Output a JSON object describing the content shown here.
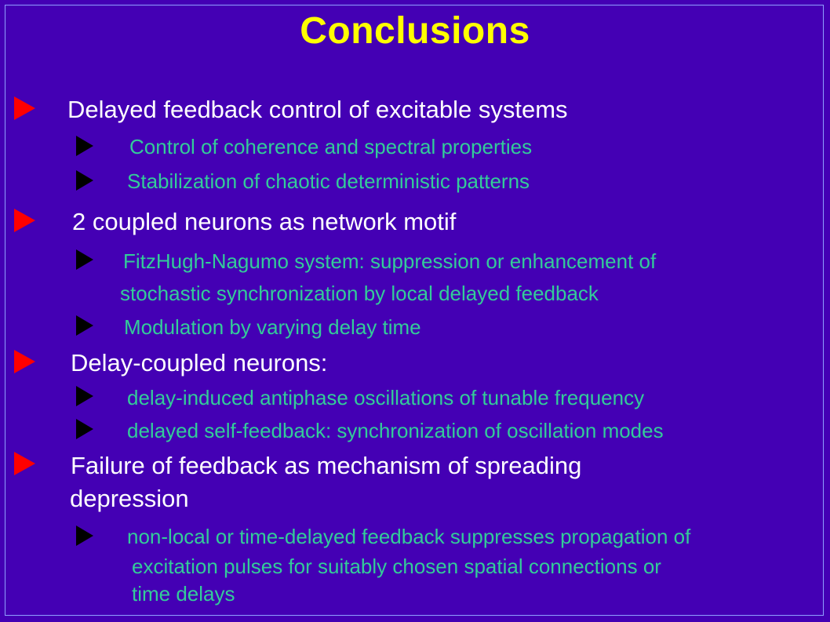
{
  "slide": {
    "title": "Conclusions",
    "sections": [
      {
        "heading": "Delayed feedback control of excitable systems",
        "subs": [
          "Control of coherence and spectral properties",
          "Stabilization of chaotic deterministic patterns"
        ]
      },
      {
        "heading": "2 coupled neurons as network motif",
        "subs": [
          [
            "FitzHugh-Nagumo system: suppression or enhancement of",
            "stochastic synchronization by local delayed feedback"
          ],
          "Modulation by varying delay time"
        ]
      },
      {
        "heading": "Delay-coupled neurons:",
        "subs": [
          "delay-induced antiphase oscillations of tunable frequency",
          "delayed self-feedback: synchronization of oscillation modes"
        ]
      },
      {
        "heading": [
          "Failure of feedback as mechanism of spreading",
          "depression"
        ],
        "subs": [
          [
            "non-local or time-delayed feedback suppresses propagation of",
            "excitation pulses for suitably chosen spatial connections or",
            "time delays"
          ]
        ]
      }
    ]
  }
}
